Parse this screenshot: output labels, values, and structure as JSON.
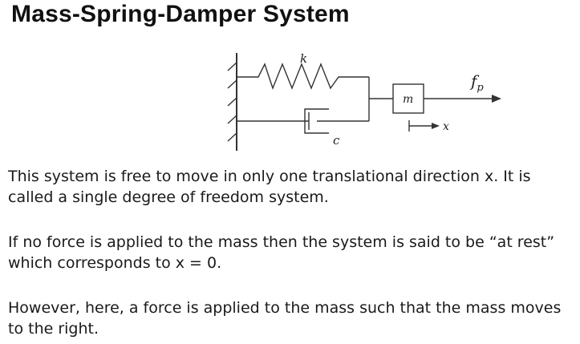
{
  "header": {
    "title": "Mass-Spring-Damper System"
  },
  "diagram": {
    "spring_label": "k",
    "damper_label": "c",
    "mass_label": "m",
    "force_label": "f",
    "force_subscript": "p",
    "displacement_label": "x"
  },
  "body": {
    "paragraphs": [
      "This system is free to move in only one translational direction x. It is called a single degree of freedom system.",
      "If no force is applied to the mass then the system is said to be “at rest” which corresponds to x = 0.",
      "However, here, a force is applied to the mass such that the mass moves to the right."
    ]
  }
}
